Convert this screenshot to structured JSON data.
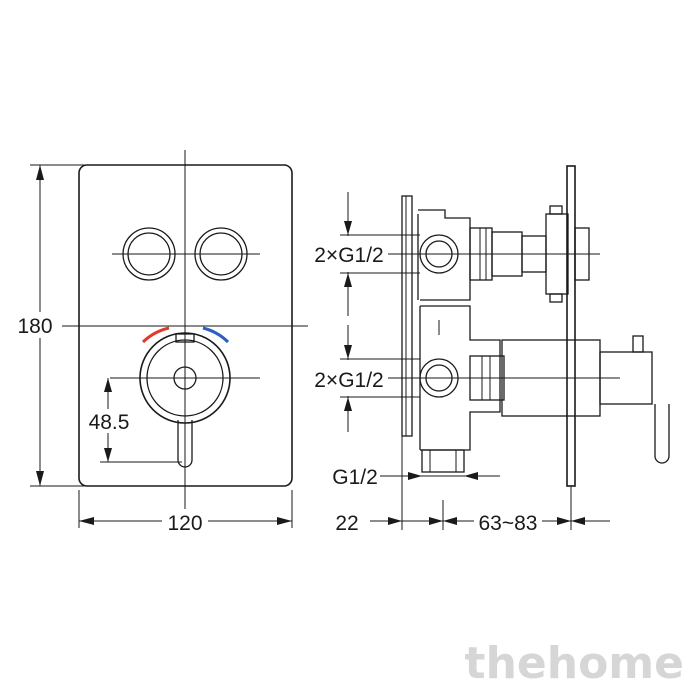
{
  "dimensions": {
    "width": "120",
    "height": "180",
    "lever_offset": "48.5",
    "connection_top": "2×G1/2",
    "connection_middle": "2×G1/2",
    "outlet_bottom": "G1/2",
    "depth_body": "22",
    "depth_range": "63~83"
  },
  "watermark": "thehome",
  "colors": {
    "hot_arc": "#e03a2e",
    "cold_arc": "#2a5fc4",
    "line": "#1a1a1a",
    "watermark": "#d6d6d6"
  }
}
